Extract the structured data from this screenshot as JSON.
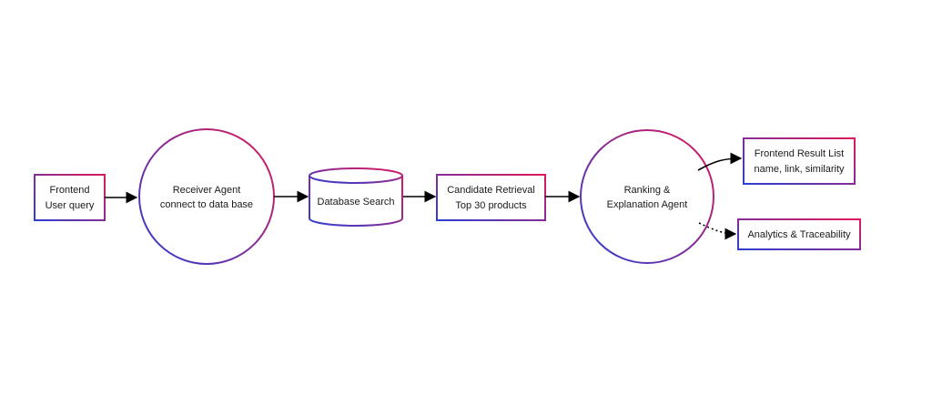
{
  "colors": {
    "gradient_start": "#2b3fd1",
    "gradient_end": "#e0195c",
    "arrow": "#000000",
    "text": "#1a1a1a"
  },
  "nodes": {
    "frontend_query": {
      "line1": "Frontend",
      "line2": "User query"
    },
    "receiver_agent": {
      "line1": "Receiver Agent",
      "line2": "connect to data base"
    },
    "database_search": {
      "label": "Database Search"
    },
    "candidate_retrieval": {
      "line1": "Candidate Retrieval",
      "line2": "Top 30 products"
    },
    "ranking_agent": {
      "line1": "Ranking &",
      "line2": "Explanation Agent"
    },
    "result_list": {
      "line1": "Frontend Result List",
      "line2": "name, link, similarity"
    },
    "analytics": {
      "label": "Analytics & Traceability"
    }
  }
}
